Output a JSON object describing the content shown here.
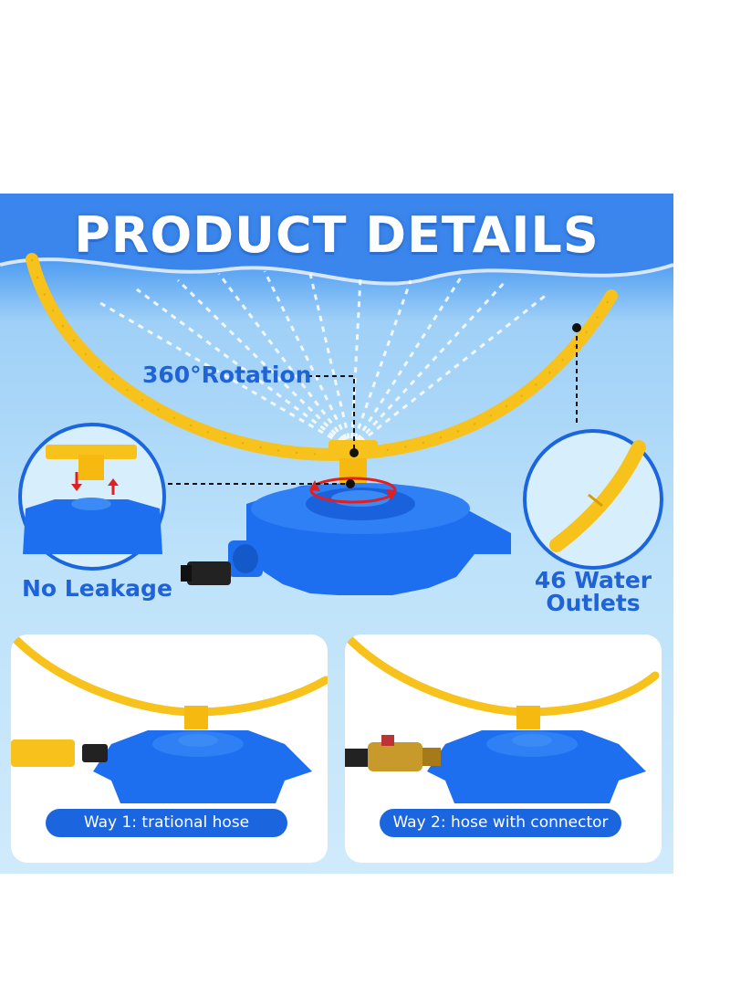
{
  "header": {
    "title": "PRODUCT DETAILS"
  },
  "features": {
    "rotation": "360°Rotation",
    "leakage": "No Leakage",
    "outlets_line1": "46 Water",
    "outlets_line2": "Outlets"
  },
  "ways": [
    {
      "label": "Way 1: trational hose"
    },
    {
      "label": "Way 2: hose with connector"
    }
  ],
  "colors": {
    "brand_blue": "#1f63d6",
    "sprinkler_blue": "#1e6ff0",
    "ring_yellow": "#f7c21b",
    "panel_sky": "#bde2fa"
  }
}
